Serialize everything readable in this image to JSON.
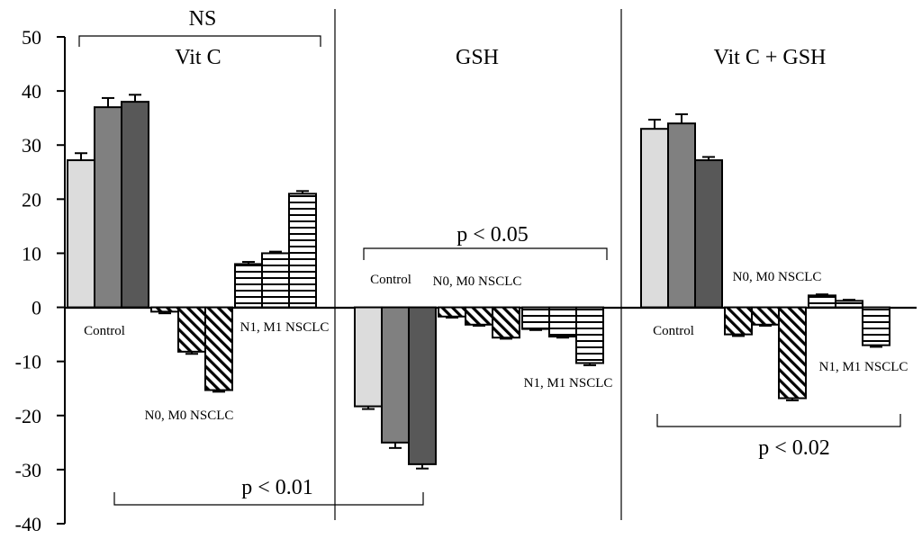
{
  "chart_data": {
    "type": "bar",
    "ylim": [
      -40,
      50
    ],
    "yticks": [
      50,
      40,
      30,
      20,
      10,
      0,
      -10,
      -20,
      -30,
      -40
    ],
    "grid": false,
    "panels": [
      {
        "title": "Vit C",
        "top_label": "NS",
        "p_value": "p < 0.01",
        "groups": [
          {
            "label": "Control",
            "pattern": "solid",
            "bars": [
              {
                "value": 27.2,
                "error": 1.3,
                "color": "#dcdcdc"
              },
              {
                "value": 37.0,
                "error": 1.7,
                "color": "#808080"
              },
              {
                "value": 38.0,
                "error": 1.3,
                "color": "#585858"
              }
            ]
          },
          {
            "label": "N0, M0 NSCLC",
            "pattern": "diagonal",
            "bars": [
              {
                "value": -0.8,
                "error": 0.3
              },
              {
                "value": -8.2,
                "error": 0.4
              },
              {
                "value": -15.3,
                "error": 0.3
              }
            ]
          },
          {
            "label": "N1, M1 NSCLC",
            "pattern": "horizontal",
            "bars": [
              {
                "value": 8.0,
                "error": 0.4
              },
              {
                "value": 10.0,
                "error": 0.3
              },
              {
                "value": 21.0,
                "error": 0.5
              }
            ]
          }
        ]
      },
      {
        "title": "GSH",
        "p_value": "p < 0.05",
        "groups": [
          {
            "label": "Control",
            "pattern": "solid",
            "bars": [
              {
                "value": -18.3,
                "error": 0.5,
                "color": "#dcdcdc"
              },
              {
                "value": -25.0,
                "error": 1.0,
                "color": "#808080"
              },
              {
                "value": -29.0,
                "error": 0.8,
                "color": "#585858"
              }
            ]
          },
          {
            "label": "N0, M0 NSCLC",
            "pattern": "diagonal",
            "bars": [
              {
                "value": -1.7,
                "error": 0.2
              },
              {
                "value": -3.2,
                "error": 0.2
              },
              {
                "value": -5.6,
                "error": 0.2
              }
            ]
          },
          {
            "label": "N1, M1 NSCLC",
            "pattern": "horizontal",
            "bars": [
              {
                "value": -4.0,
                "error": 0.2
              },
              {
                "value": -5.4,
                "error": 0.2
              },
              {
                "value": -10.3,
                "error": 0.4
              }
            ]
          }
        ]
      },
      {
        "title": "Vit C + GSH",
        "p_value": "p < 0.02",
        "groups": [
          {
            "label": "Control",
            "pattern": "solid",
            "bars": [
              {
                "value": 33.0,
                "error": 1.7,
                "color": "#dcdcdc"
              },
              {
                "value": 34.0,
                "error": 1.7,
                "color": "#808080"
              },
              {
                "value": 27.2,
                "error": 0.6,
                "color": "#585858"
              }
            ]
          },
          {
            "label": "N0, M0 NSCLC",
            "pattern": "diagonal",
            "bars": [
              {
                "value": -5.0,
                "error": 0.3
              },
              {
                "value": -3.2,
                "error": 0.2
              },
              {
                "value": -16.8,
                "error": 0.4
              }
            ]
          },
          {
            "label": "N1, M1 NSCLC",
            "pattern": "horizontal",
            "bars": [
              {
                "value": 2.2,
                "error": 0.2
              },
              {
                "value": 1.2,
                "error": 0.2
              },
              {
                "value": -7.0,
                "error": 0.3
              }
            ]
          }
        ]
      }
    ]
  }
}
